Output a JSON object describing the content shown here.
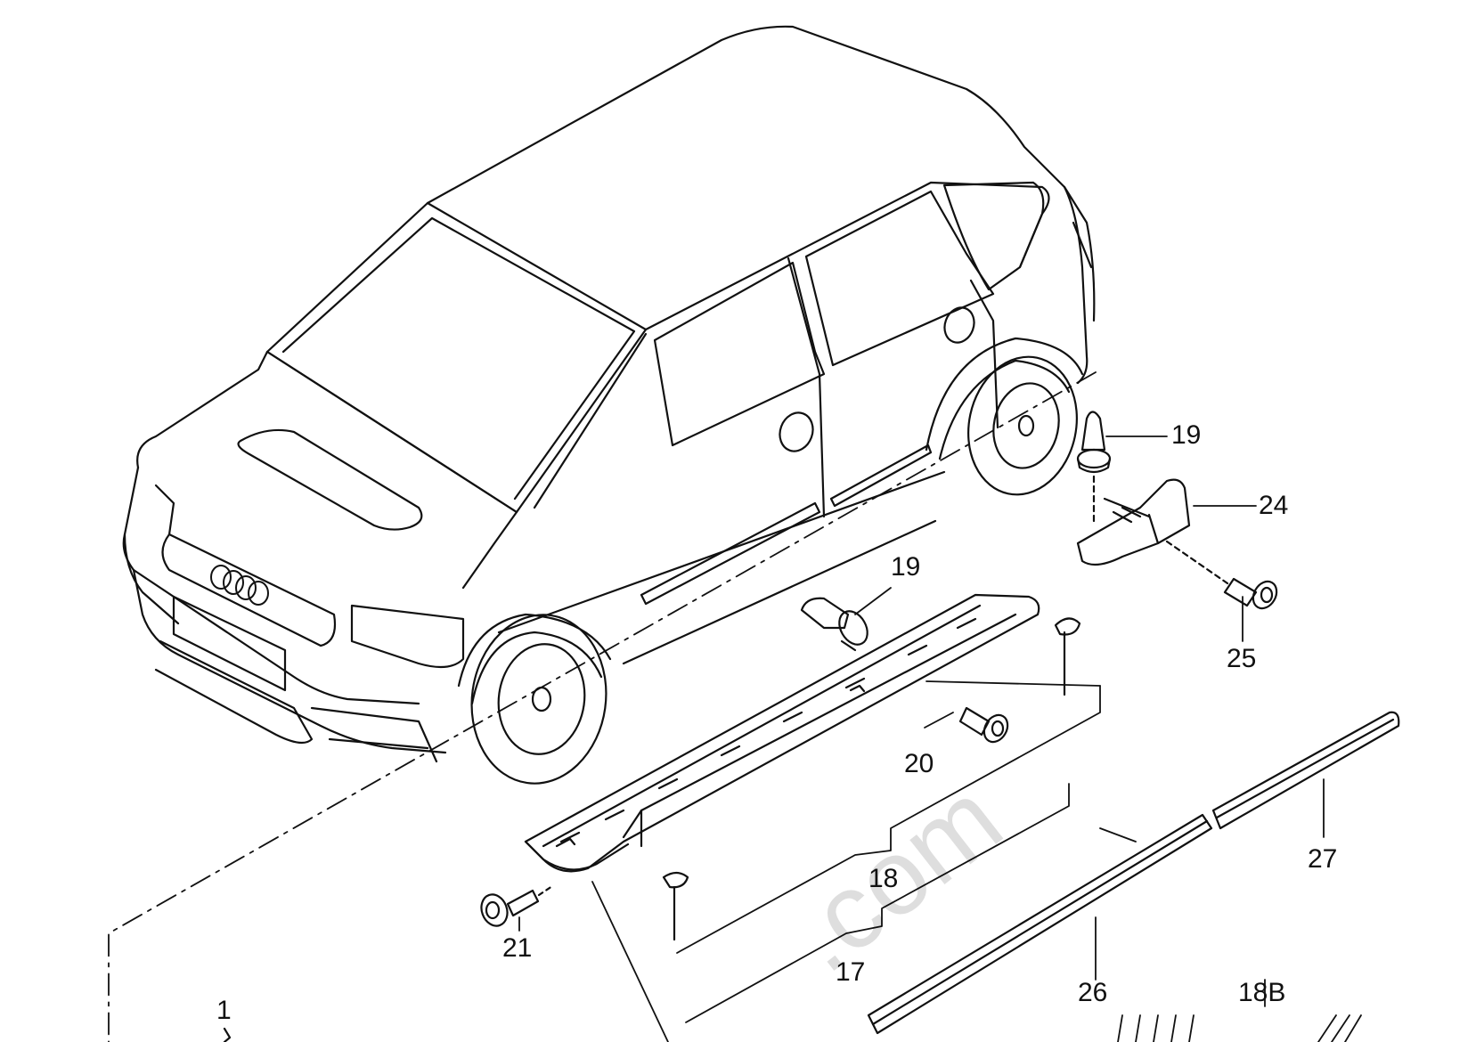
{
  "diagram": {
    "callouts": {
      "c1": "1",
      "c17": "17",
      "c18": "18",
      "c18b": "18B",
      "c19a": "19",
      "c19b": "19",
      "c20": "20",
      "c21": "21",
      "c24": "24",
      "c25": "25",
      "c26": "26",
      "c27": "27"
    },
    "watermark": ".com"
  },
  "colors": {
    "line": "#111111",
    "background": "#ffffff",
    "watermark": "#dddddd"
  },
  "icons": {
    "logo": "four-rings-logo"
  }
}
